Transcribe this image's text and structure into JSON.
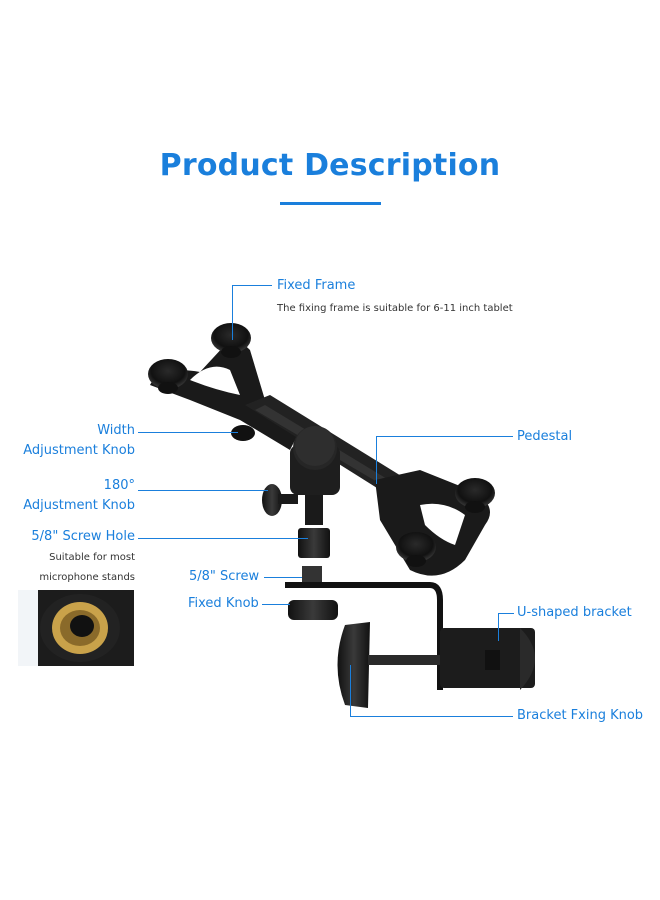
{
  "header": {
    "title": "Product Description"
  },
  "callouts": {
    "fixed_frame": {
      "label": "Fixed Frame",
      "description": "The  fixing frame is suitable for 6-11 inch tablet"
    },
    "width_knob": {
      "label_line1": "Width",
      "label_line2": "Adjustment Knob"
    },
    "adjust_180": {
      "label_line1": "180°",
      "label_line2": "Adjustment Knob"
    },
    "screw_hole": {
      "label": "5/8\" Screw Hole",
      "description_line1": "Suitable for most",
      "description_line2": "microphone stands"
    },
    "screw": {
      "label": "5/8\" Screw"
    },
    "fixed_knob": {
      "label": "Fixed Knob"
    },
    "pedestal": {
      "label": "Pedestal"
    },
    "u_bracket": {
      "label": "U-shaped bracket"
    },
    "bracket_knob": {
      "label": "Bracket Fxing Knob"
    }
  },
  "colors": {
    "accent": "#1a7fdc",
    "product": "#1c1c1c",
    "brass": "#c9a24a"
  }
}
